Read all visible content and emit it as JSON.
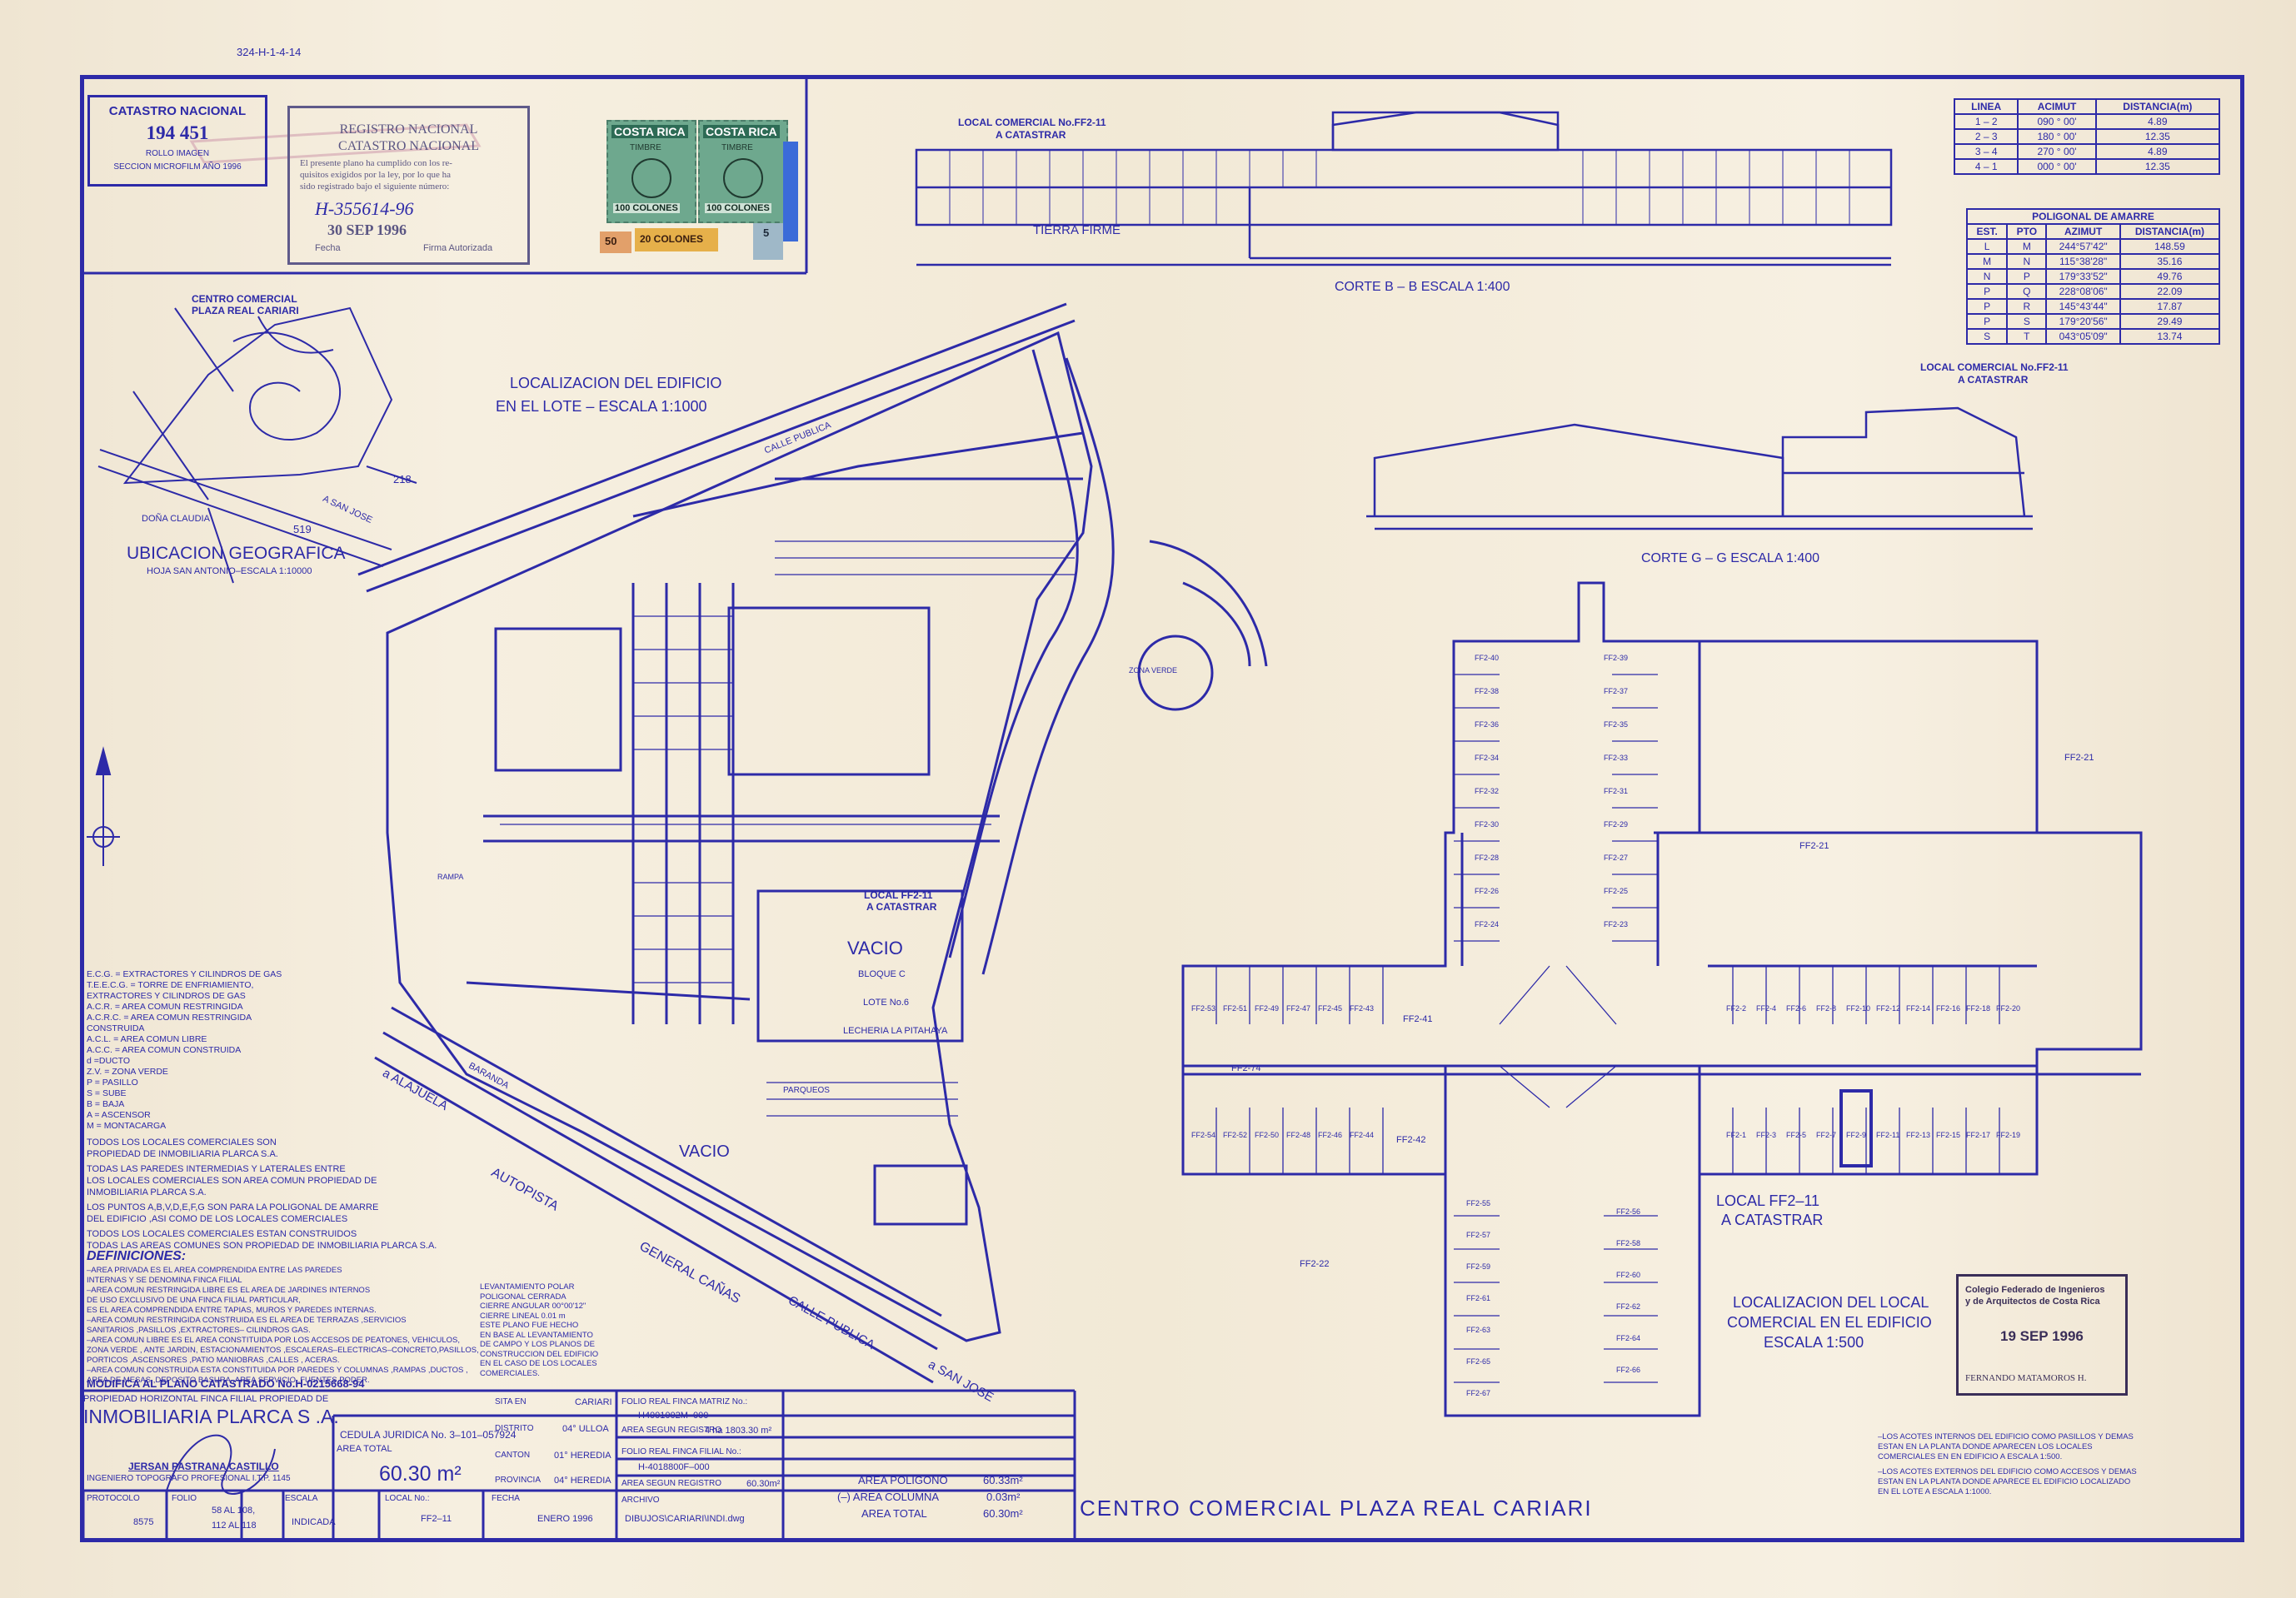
{
  "top_ref": "324-H-1-4-14",
  "catastro_box": {
    "title": "CATASTRO NACIONAL",
    "number": "194 451",
    "line1": "ROLLO IMAGEN",
    "line2": "SECCION MICROFILM AÑO 1996"
  },
  "registro_stamp": {
    "title1": "REGISTRO NACIONAL",
    "title2": "CATASTRO NACIONAL",
    "body1": "El presente plano ha cumplido con los re-",
    "body2": "quisitos exigidos por la ley, por lo que ha",
    "body3": "sido registrado bajo el siguiente número:",
    "number": "H-355614-96",
    "date": "30 SEP 1996",
    "label_fecha": "Fecha",
    "label_firma": "Firma Autorizada"
  },
  "stamps": {
    "country": "COSTA RICA",
    "kind": "TIMBRE",
    "value": "100 COLONES",
    "small1": "50",
    "small2": "20 COLONES",
    "small3": "5"
  },
  "corte_bb": {
    "label": "LOCAL COMERCIAL No.FF2-11",
    "label2": "A CATASTRAR",
    "title": "CORTE  B – B   ESCALA 1:400",
    "ground": "TIERRA FIRME"
  },
  "corte_gg": {
    "label": "LOCAL COMERCIAL No.FF2-11",
    "label2": "A CATASTRAR",
    "title": "CORTE  G – G      ESCALA 1:400"
  },
  "linea_table": {
    "headers": [
      "LINEA",
      "ACIMUT",
      "DISTANCIA(m)"
    ],
    "rows": [
      [
        "1 – 2",
        "090 ° 00'",
        "4.89"
      ],
      [
        "2 – 3",
        "180 ° 00'",
        "12.35"
      ],
      [
        "3 – 4",
        "270 ° 00'",
        "4.89"
      ],
      [
        "4 – 1",
        "000 ° 00'",
        "12.35"
      ]
    ]
  },
  "poligonal_table": {
    "title": "POLIGONAL DE AMARRE",
    "headers": [
      "EST.",
      "PTO",
      "AZIMUT",
      "DISTANCIA(m)"
    ],
    "rows": [
      [
        "L",
        "M",
        "244°57'42\"",
        "148.59"
      ],
      [
        "M",
        "N",
        "115°38'28\"",
        "35.16"
      ],
      [
        "N",
        "P",
        "179°33'52\"",
        "49.76"
      ],
      [
        "P",
        "Q",
        "228°08'06\"",
        "22.09"
      ],
      [
        "P",
        "R",
        "145°43'44\"",
        "17.87"
      ],
      [
        "P",
        "S",
        "179°20'56\"",
        "29.49"
      ],
      [
        "S",
        "T",
        "043°05'09\"",
        "13.74"
      ]
    ]
  },
  "ubicacion": {
    "title": "UBICACION GEOGRAFICA",
    "sub": "HOJA SAN ANTONIO–ESCALA 1:10000",
    "site1": "CENTRO COMERCIAL",
    "site2": "PLAZA REAL CARIARI",
    "n1": "218",
    "n2": "519",
    "road1": "DOÑA CLAUDIA",
    "road2": "A SAN JOSE"
  },
  "localizacion_lote": {
    "title1": "LOCALIZACION DEL EDIFICIO",
    "title2": "EN EL LOTE  –  ESCALA 1:1000"
  },
  "site_labels": {
    "vacio": "VACIO",
    "bloque": "BLOQUE C",
    "lote6": "LOTE No.6",
    "lechera": "LECHERIA LA PITAHAYA",
    "local": "LOCAL FF2-11",
    "acatastrar": "A CATASTRAR",
    "zona_verde": "ZONA VERDE",
    "parqueos": "PARQUEOS",
    "calle_publica": "CALLE PUBLICA",
    "autopista": "AUTOPISTA",
    "general_canas": "GENERAL  CAÑAS",
    "a_alajuela": "a ALAJUELA",
    "a_san_jose": "a SAN JOSE",
    "rampa": "RAMPA",
    "baranda": "BARANDA"
  },
  "legend": [
    "E.C.G. = EXTRACTORES Y CILINDROS DE GAS",
    "T.E.E.C.G. = TORRE DE ENFRIAMIENTO,",
    "EXTRACTORES Y CILINDROS DE GAS",
    "A.C.R. = AREA COMUN RESTRINGIDA",
    "A.C.R.C. = AREA COMUN RESTRINGIDA",
    "CONSTRUIDA",
    "A.C.L. = AREA COMUN LIBRE",
    "A.C.C. = AREA COMUN CONSTRUIDA",
    "d =DUCTO",
    "Z.V. = ZONA VERDE",
    "P = PASILLO",
    "S = SUBE",
    "B = BAJA",
    "A = ASCENSOR",
    "M = MONTACARGA"
  ],
  "notes": [
    "TODOS LOS LOCALES COMERCIALES SON",
    "PROPIEDAD DE INMOBILIARIA PLARCA S.A.",
    "TODAS LAS PAREDES INTERMEDIAS Y LATERALES ENTRE",
    "LOS LOCALES COMERCIALES SON AREA COMUN PROPIEDAD DE",
    "INMOBILIARIA PLARCA S.A.",
    "LOS PUNTOS A,B,V,D,E,F,G SON PARA LA POLIGONAL DE AMARRE",
    "DEL EDIFICIO ,ASI COMO DE LOS LOCALES COMERCIALES",
    "TODOS LOS LOCALES COMERCIALES ESTAN CONSTRUIDOS",
    "TODAS LAS AREAS COMUNES SON PROPIEDAD DE INMOBILIARIA PLARCA S.A."
  ],
  "definiciones_title": "DEFINICIONES:",
  "definiciones": [
    "–AREA PRIVADA ES EL AREA COMPRENDIDA ENTRE LAS PAREDES",
    "INTERNAS Y SE DENOMINA FINCA FILIAL",
    "–AREA COMUN RESTRINGIDA LIBRE ES EL AREA DE JARDINES INTERNOS",
    "DE USO EXCLUSIVO DE UNA FINCA FILIAL PARTICULAR,",
    "ES EL AREA COMPRENDIDA ENTRE TAPIAS, MUROS Y PAREDES INTERNAS.",
    "–AREA COMUN RESTRINGIDA CONSTRUIDA ES EL AREA DE TERRAZAS ,SERVICIOS",
    "SANITARIOS ,PASILLOS ,EXTRACTORES– CILINDROS GAS.",
    "–AREA COMUN LIBRE ES EL AREA CONSTITUIDA POR LOS ACCESOS DE PEATONES, VEHICULOS,",
    "ZONA VERDE , ANTE JARDIN, ESTACIONAMIENTOS ,ESCALERAS–ELECTRICAS–CONCRETO,PASILLOS,",
    "PORTICOS ,ASCENSORES ,PATIO MANIOBRAS ,CALLES , ACERAS.",
    "–AREA COMUN CONSTRUIDA ESTA CONSTITUIDA POR PAREDES Y COLUMNAS ,RAMPAS ,DUCTOS ,",
    "AREA DE MESAS ,DEPOSITO BASURA ,AREA SERVICIO ,FUENTES PODER."
  ],
  "levantamiento": [
    "LEVANTAMIENTO POLAR",
    "POLIGONAL  CERRADA",
    "CIERRE ANGULAR  00°00'12\"",
    "CIERRE  LINEAL  0.01 m",
    "ESTE PLANO FUE HECHO",
    "EN BASE AL LEVANTAMIENTO",
    "DE CAMPO Y LOS PLANOS DE",
    "CONSTRUCCION DEL EDIFICIO",
    "EN EL CASO DE LOS LOCALES",
    "COMERCIALES."
  ],
  "modifica": "MODIFICA AL PLANO CATASTRADO No.H-0215668-94",
  "title_block": {
    "propiedad_label": "PROPIEDAD HORIZONTAL FINCA FILIAL PROPIEDAD DE",
    "owner": "INMOBILIARIA  PLARCA  S .A.",
    "cedula": "CEDULA JURIDICA No. 3–101–057924",
    "area_total_label": "AREA TOTAL",
    "area_total": "60.30 m²",
    "surveyor": "JERSAN PASTRANA CASTILLO",
    "surveyor_title": "INGENIERO TOPOGRAFO PROFESIONAL I.T.P. 1145",
    "protocolo_label": "PROTOCOLO",
    "protocolo": "8575",
    "folio_label": "FOLIO",
    "folio1": "58 AL 108,",
    "folio2": "112 AL 118",
    "escala_label": "ESCALA",
    "escala": "INDICADA",
    "local_label": "LOCAL No.:",
    "local": "FF2–11",
    "fecha_label": "FECHA",
    "fecha": "ENERO 1996",
    "sita_label": "SITA EN",
    "sita": "CARIARI",
    "distrito_label": "DISTRITO",
    "distrito": "04° ULLOA",
    "canton_label": "CANTON",
    "canton": "01° HEREDIA",
    "provincia_label": "PROVINCIA",
    "provincia": "04° HEREDIA",
    "folio_matriz_label": "FOLIO REAL FINCA MATRIZ No.:",
    "folio_matriz": "H4001002M–000",
    "area_registro_label": "AREA SEGUN REGISTRO",
    "area_registro": "4 ha 1803.30 m²",
    "folio_filial_label": "FOLIO REAL FINCA FILIAL No.:",
    "folio_filial": "H-4018800F–000",
    "area_registro2": "60.30m²",
    "archivo_label": "ARCHIVO",
    "archivo": "DIBUJOS\\CARIARI\\INDI.dwg"
  },
  "areas": {
    "poligono_label": "AREA POLIGONO",
    "poligono": "60.33m²",
    "columna_label": "(–) AREA COLUMNA",
    "columna": "0.03m²",
    "total_label": "AREA TOTAL",
    "total": "60.30m²"
  },
  "main_title": "CENTRO  COMERCIAL  PLAZA  REAL  CARIARI",
  "floorplan": {
    "local": "LOCAL  FF2–11",
    "acatastrar": "A CATASTRAR",
    "title1": "LOCALIZACION  DEL  LOCAL",
    "title2": "COMERCIAL EN EL EDIFICIO",
    "title3": "ESCALA   1:500"
  },
  "colegio_stamp": {
    "line1": "Colegio Federado de Ingenieros",
    "line2": "y de Arquitectos de Costa Rica",
    "date": "19 SEP 1996",
    "name": "FERNANDO MATAMOROS H."
  },
  "footnotes": [
    "–LOS ACOTES INTERNOS DEL EDIFICIO COMO PASILLOS Y DEMAS",
    "ESTAN EN LA PLANTA DONDE APARECEN LOS LOCALES",
    "COMERCIALES EN EN EDIFICIO A ESCALA 1:500.",
    "–LOS ACOTES EXTERNOS DEL EDIFICIO COMO ACCESOS Y DEMAS",
    "ESTAN EN LA PLANTA DONDE APARECE EL EDIFICIO LOCALIZADO",
    "EN EL LOTE A ESCALA 1:1000."
  ],
  "shop_labels_top": [
    "FF2-40",
    "FF2-38",
    "FF2-36",
    "FF2-34",
    "FF2-32",
    "FF2-30",
    "FF2-28",
    "FF2-26",
    "FF2-24"
  ],
  "shop_labels_right": [
    "FF2-39",
    "FF2-37",
    "FF2-35",
    "FF2-33",
    "FF2-31",
    "FF2-29",
    "FF2-27",
    "FF2-25",
    "FF2-23"
  ],
  "shop_row_upper": [
    "FF2-2",
    "FF2-4",
    "FF2-6",
    "FF2-8",
    "FF2-10",
    "FF2-12",
    "FF2-14",
    "FF2-16",
    "FF2-18",
    "FF2-20"
  ],
  "shop_row_lower": [
    "FF2-1",
    "FF2-3",
    "FF2-5",
    "FF2-7",
    "FF2-9",
    "FF2-11",
    "FF2-13",
    "FF2-15",
    "FF2-17",
    "FF2-19"
  ],
  "shop_left_upper": [
    "FF2-53",
    "FF2-51",
    "FF2-49",
    "FF2-47",
    "FF2-45",
    "FF2-43"
  ],
  "shop_left_lower": [
    "FF2-54",
    "FF2-52",
    "FF2-50",
    "FF2-48",
    "FF2-46",
    "FF2-44"
  ],
  "shop_bottom_left": [
    "FF2-55",
    "FF2-57",
    "FF2-59",
    "FF2-61",
    "FF2-63",
    "FF2-65",
    "FF2-67"
  ],
  "shop_bottom_right": [
    "FF2-56",
    "FF2-58",
    "FF2-60",
    "FF2-62",
    "FF2-64",
    "FF2-66"
  ],
  "big_units": {
    "ff2_21": "FF2-21",
    "ff2_22": "FF2-22",
    "ff2_41": "FF2-41",
    "ff2_42": "FF2-42",
    "ff2_74": "FF2-74"
  }
}
